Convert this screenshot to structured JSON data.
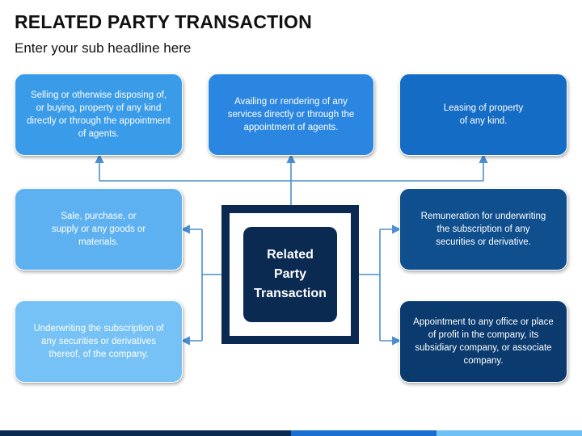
{
  "header": {
    "title": "RELATED PARTY TRANSACTION",
    "subtitle": "Enter your sub headline here"
  },
  "center": {
    "label": "Related\nParty\nTransaction",
    "color": "#0b2a52"
  },
  "boxes": {
    "top_left": {
      "text": "Selling or otherwise disposing of, or buying, property of any kind directly or through the appointment of agents.",
      "color": "#3a9be8"
    },
    "top_center": {
      "text": "Availing or rendering of any services directly or through the appointment of agents.",
      "color": "#2a86e0"
    },
    "top_right": {
      "text": "Leasing of property of any kind.",
      "color": "#156cc4"
    },
    "mid_left": {
      "text": "Sale, purchase, or supply or any goods or materials.",
      "color": "#5db1f0"
    },
    "mid_right": {
      "text": "Remuneration for underwriting the subscription of any securities or derivative.",
      "color": "#0f4f8e"
    },
    "bottom_left": {
      "text": "Underwriting the subscription of any securities or derivatives thereof, of the company.",
      "color": "#76c1f5"
    },
    "bottom_right": {
      "text": "Appointment to any office or place of profit in the company, its subsidiary company, or associate company.",
      "color": "#0a3a6e"
    }
  },
  "connector_color": "#4a8fd0"
}
